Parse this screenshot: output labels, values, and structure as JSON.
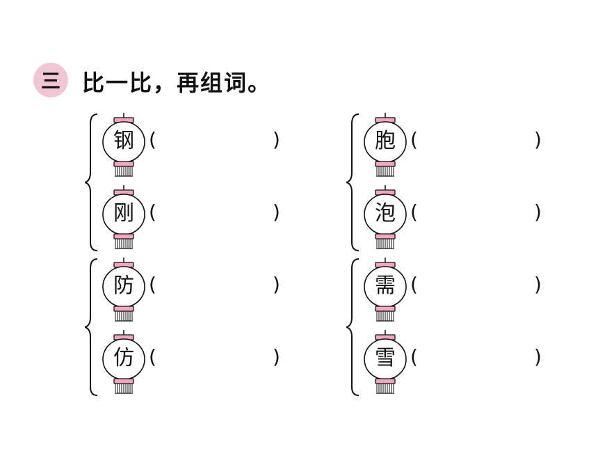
{
  "exercise": {
    "number": "三",
    "title": "比一比，再组词。"
  },
  "groups": [
    {
      "chars": [
        "钢",
        "刚"
      ],
      "open_paren": "(",
      "close_paren": ")"
    },
    {
      "chars": [
        "胞",
        "泡"
      ],
      "open_paren": "(",
      "close_paren": ")"
    },
    {
      "chars": [
        "防",
        "仿"
      ],
      "open_paren": "(",
      "close_paren": ")"
    },
    {
      "chars": [
        "需",
        "雪"
      ],
      "open_paren": "(",
      "close_paren": ")"
    }
  ],
  "colors": {
    "badge": "#f3c6d6",
    "lantern_cap": "#f2a7c2",
    "ink": "#111111"
  },
  "icons": [
    "lantern-icon",
    "brace-icon"
  ]
}
